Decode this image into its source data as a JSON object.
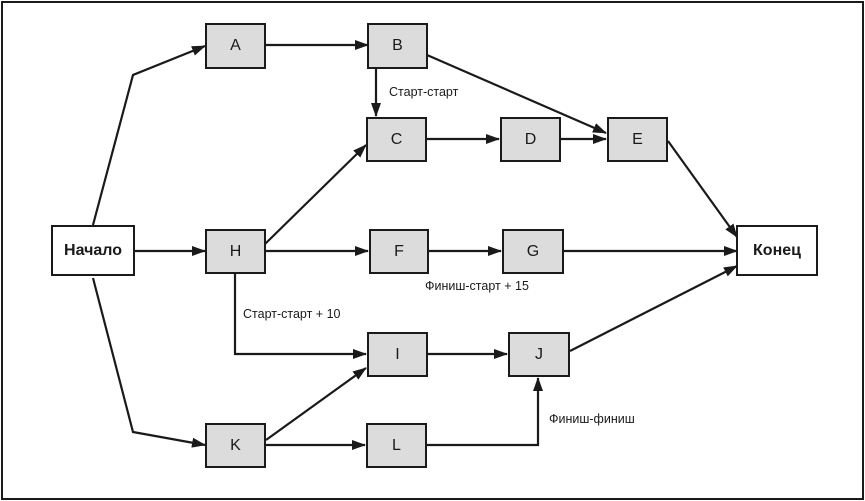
{
  "nodes": {
    "start": "Начало",
    "end": "Конец",
    "A": "A",
    "B": "B",
    "C": "C",
    "D": "D",
    "E": "E",
    "H": "H",
    "F": "F",
    "G": "G",
    "I": "I",
    "J": "J",
    "K": "K",
    "L": "L"
  },
  "dependencies": {
    "b_c": "Старт-старт",
    "g": "Финиш-старт + 15",
    "h_i": "Старт-старт + 10",
    "l_j": "Финиш-финиш"
  }
}
